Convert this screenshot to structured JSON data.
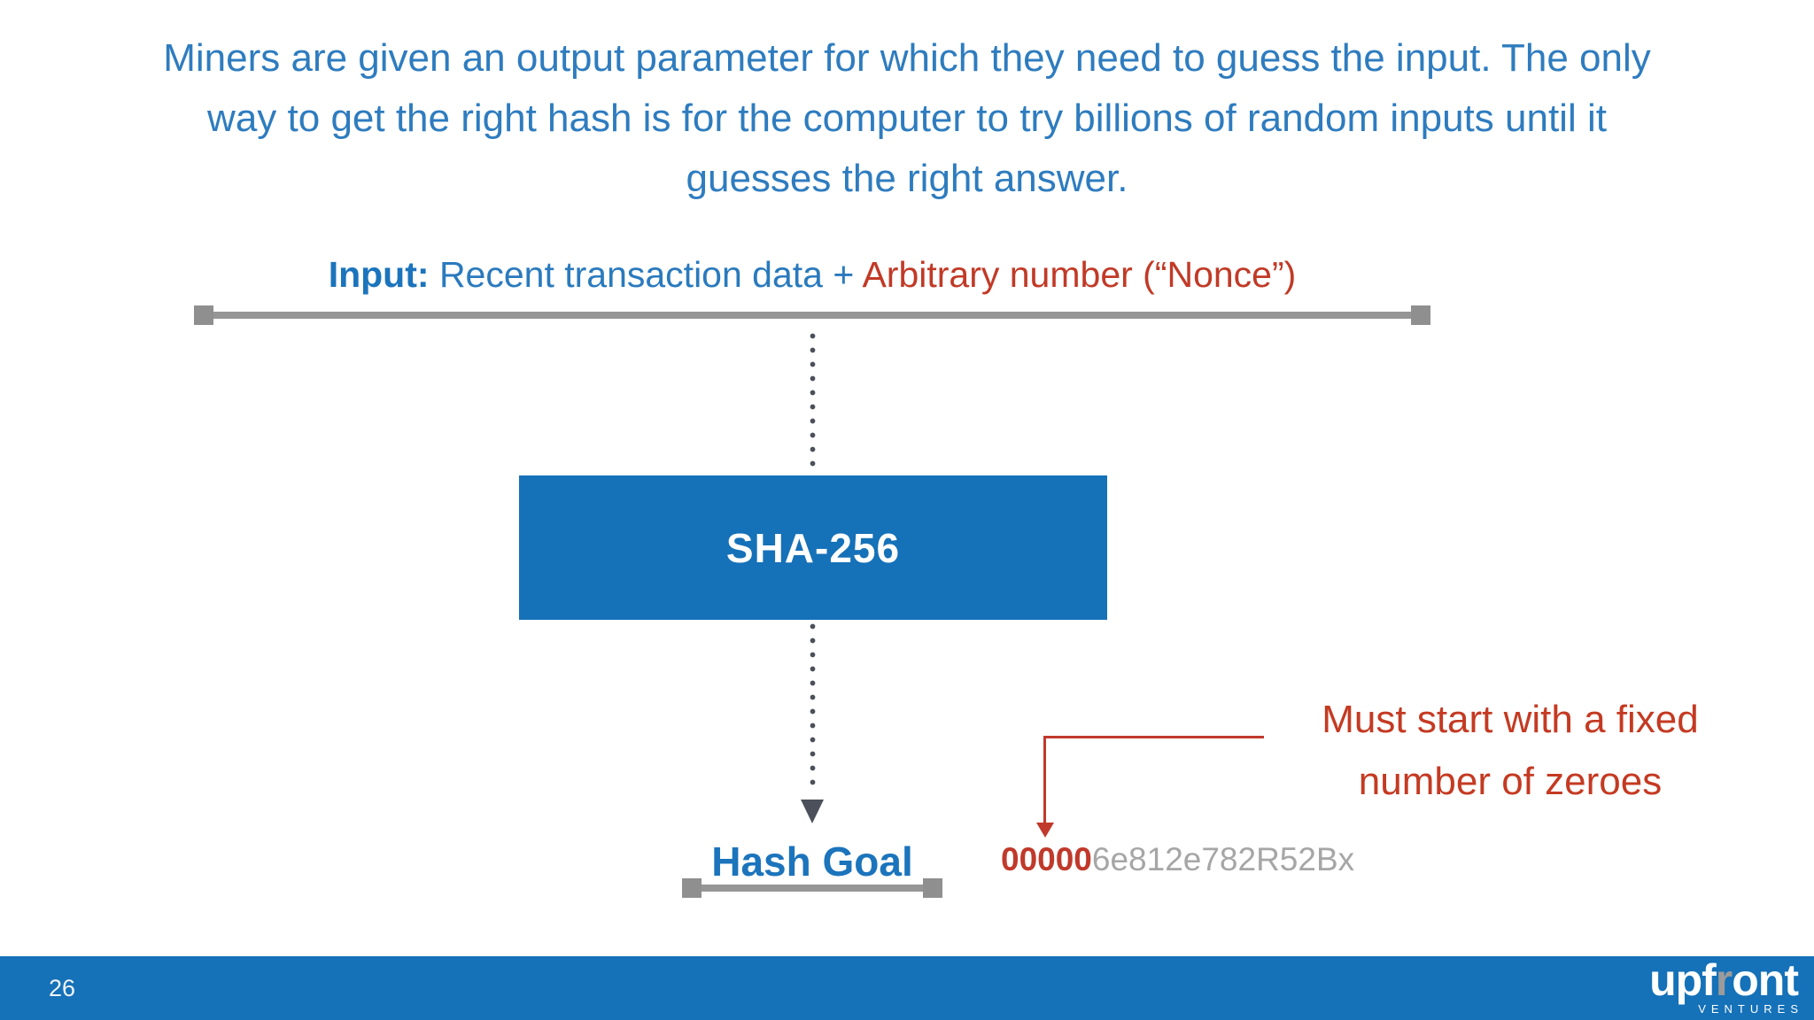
{
  "title": {
    "lines": [
      "Miners are given an output parameter for which they need to guess the input. The only",
      "way to get the right hash is for the computer to try billions of random inputs until it",
      "guesses the right answer."
    ]
  },
  "diagram": {
    "input": {
      "label": "Input:",
      "text_blue": " Recent transaction data + ",
      "text_red": "Arbitrary number (“Nonce”)"
    },
    "process_box_label": "SHA-256",
    "output_label": "Hash Goal",
    "hash": {
      "prefix": "00000",
      "suffix": "6e812e782R52Bx"
    },
    "annotation": {
      "lines": [
        "Must start with a fixed",
        "number of zeroes"
      ]
    }
  },
  "footer": {
    "page_number": "26",
    "logo": {
      "part1": "upf",
      "part_r": "r",
      "part2": "ont",
      "subtext": "VENTURES"
    }
  },
  "colors": {
    "title_blue": "#2e7cbf",
    "accent_blue": "#1b74bc",
    "accent_red": "#c13a26",
    "box_blue": "#1571b8",
    "footer_blue": "#1571b8",
    "gray_line": "#969696",
    "gray_handle": "#8f8f8f",
    "hash_gray": "#a6a6a6",
    "dot_arrow_gray": "#4b505a",
    "logo_r_gray": "#9b9b9b"
  }
}
